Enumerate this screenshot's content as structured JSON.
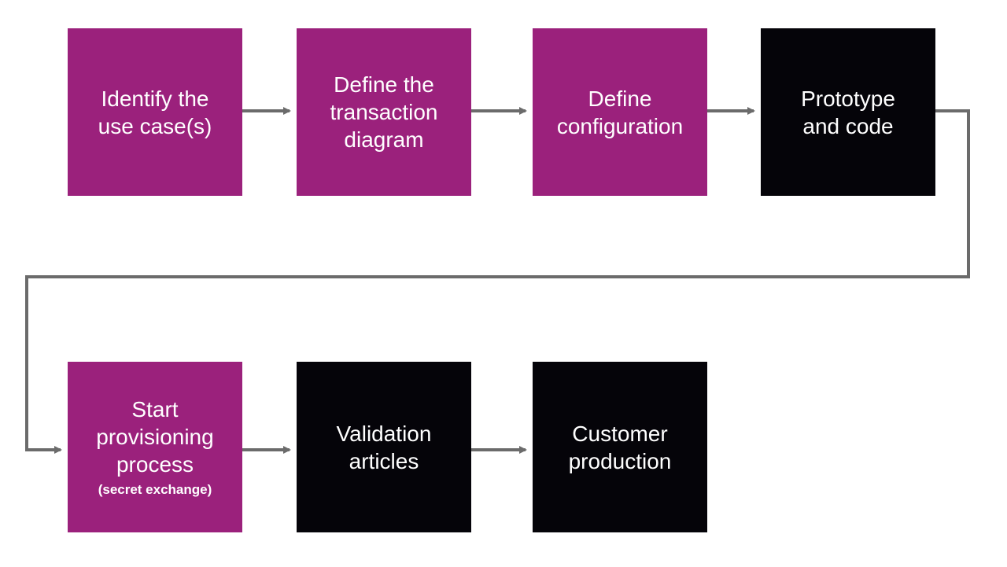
{
  "colors": {
    "magenta": "#9b217c",
    "black": "#050409",
    "connector": "#6b6b6b"
  },
  "steps": [
    {
      "label": "Identify the\nuse case(s)",
      "sub": "",
      "color": "magenta"
    },
    {
      "label": "Define the\ntransaction\ndiagram",
      "sub": "",
      "color": "magenta"
    },
    {
      "label": "Define\nconfiguration",
      "sub": "",
      "color": "magenta"
    },
    {
      "label": "Prototype\nand code",
      "sub": "",
      "color": "black"
    },
    {
      "label": "Start\nprovisioning\nprocess",
      "sub": "(secret exchange)",
      "color": "magenta"
    },
    {
      "label": "Validation\narticles",
      "sub": "",
      "color": "black"
    },
    {
      "label": "Customer\nproduction",
      "sub": "",
      "color": "black"
    }
  ]
}
